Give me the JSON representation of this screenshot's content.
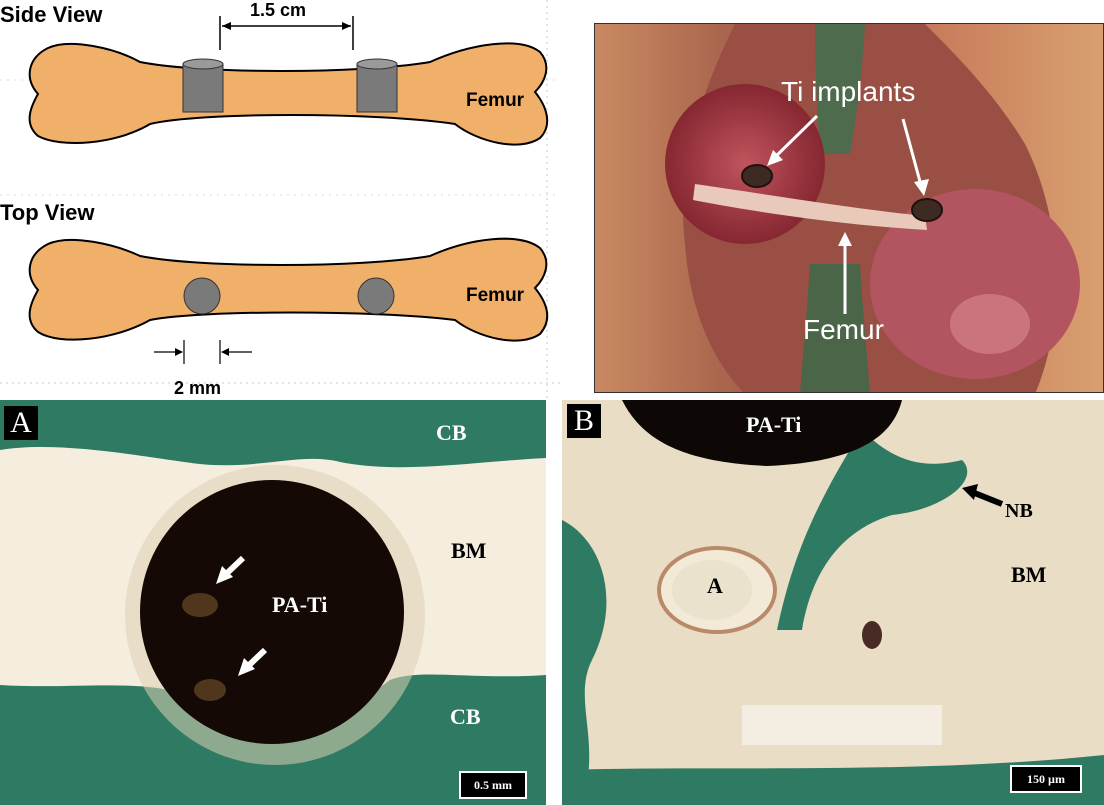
{
  "schematic": {
    "side_view_title": "Side View",
    "top_view_title": "Top View",
    "spacing_label": "1.5 cm",
    "femur_label_side": "Femur",
    "femur_label_top": "Femur",
    "diameter_label": "2 mm",
    "bone_color": "#f1b06a",
    "implant_color": "#7a7a7a"
  },
  "surgical_photo": {
    "implants_label": "Ti implants",
    "femur_label": "Femur"
  },
  "panel_a": {
    "letter": "A",
    "labels": {
      "cb_top": "CB",
      "bm": "BM",
      "implant": "PA-Ti",
      "cb_bottom": "CB"
    },
    "scale_bar": "0.5 mm",
    "colors": {
      "bone": "#2f7a62",
      "marrow": "#f6efe1",
      "implant": "#150805"
    }
  },
  "panel_b": {
    "letter": "B",
    "labels": {
      "implant": "PA-Ti",
      "nb": "NB",
      "bm": "BM",
      "a": "A"
    },
    "scale_bar": "150 µm",
    "colors": {
      "bone": "#2f7a62",
      "marrow": "#eadfc8",
      "implant": "#0d0806"
    }
  }
}
